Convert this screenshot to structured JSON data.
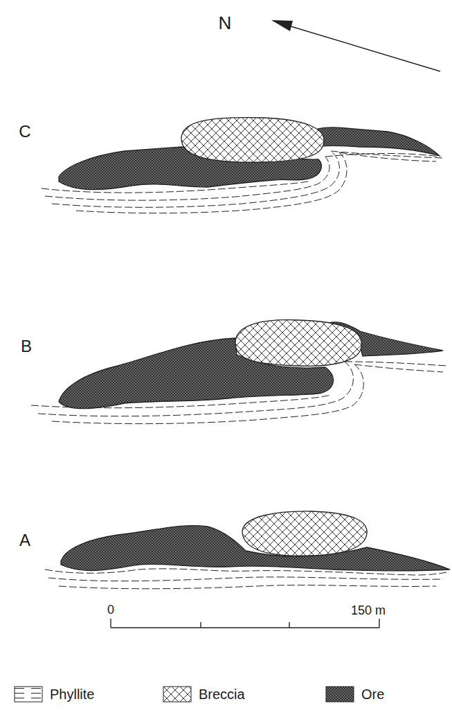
{
  "diagram": {
    "labels": [
      "N",
      "C",
      "B",
      "A",
      "0",
      "150 m"
    ],
    "legend": [
      {
        "text": "Phyllite"
      },
      {
        "text": "Breccia"
      },
      {
        "text": "Ore"
      }
    ]
  }
}
